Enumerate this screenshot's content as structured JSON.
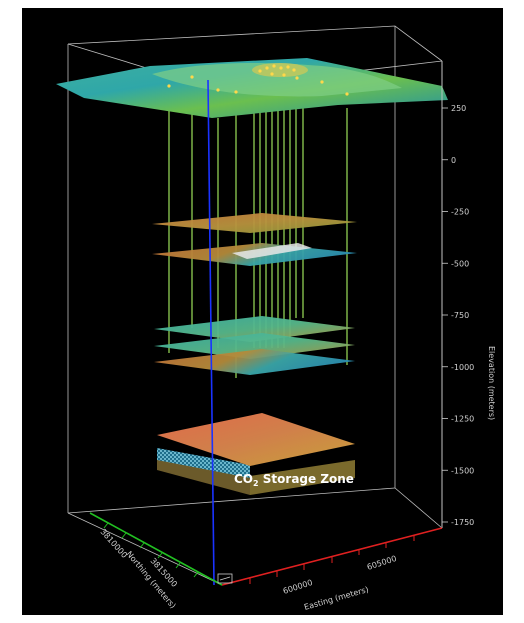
{
  "elevation_axis": {
    "title": "Elevation (meters)",
    "ticks": [
      "250",
      "0",
      "-250",
      "-500",
      "-750",
      "-1000",
      "-1250",
      "-1500",
      "-1750"
    ]
  },
  "easting_axis": {
    "title": "Easting (meters)",
    "ticks": [
      "600000",
      "605000"
    ]
  },
  "northing_axis": {
    "title": "Northing (meters)",
    "ticks": [
      "3810000",
      "3815000"
    ]
  },
  "storage_zone": {
    "label_prefix": "CO",
    "label_subscript": "2",
    "label_suffix": " Storage Zone"
  },
  "colors": {
    "background": "#000000",
    "box_lines": "#cfcfcf",
    "well_lines": "#9be05a",
    "vertical_axis_line": "#1a33ff",
    "x_axis": "#e02020",
    "y_axis": "#22c022"
  }
}
